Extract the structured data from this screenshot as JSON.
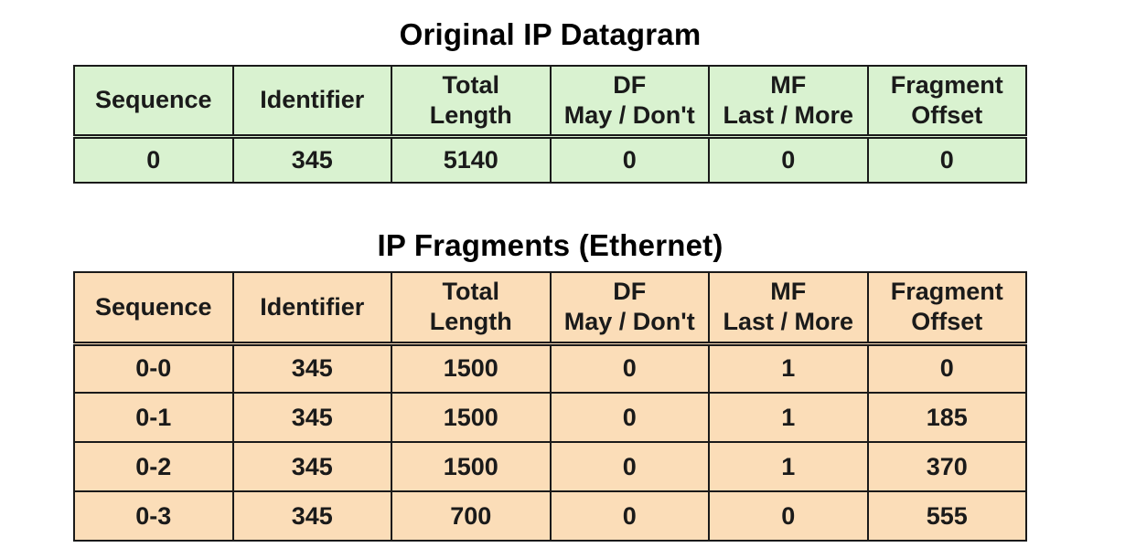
{
  "original": {
    "title": "Original IP Datagram",
    "headers": [
      [
        "Sequence"
      ],
      [
        "Identifier"
      ],
      [
        "Total",
        "Length"
      ],
      [
        "DF",
        "May / Don't"
      ],
      [
        "MF",
        "Last / More"
      ],
      [
        "Fragment",
        "Offset"
      ]
    ],
    "rows": [
      [
        "0",
        "345",
        "5140",
        "0",
        "0",
        "0"
      ]
    ]
  },
  "fragments": {
    "title": "IP Fragments (Ethernet)",
    "headers": [
      [
        "Sequence"
      ],
      [
        "Identifier"
      ],
      [
        "Total",
        "Length"
      ],
      [
        "DF",
        "May / Don't"
      ],
      [
        "MF",
        "Last / More"
      ],
      [
        "Fragment",
        "Offset"
      ]
    ],
    "rows": [
      [
        "0-0",
        "345",
        "1500",
        "0",
        "1",
        "0"
      ],
      [
        "0-1",
        "345",
        "1500",
        "0",
        "1",
        "185"
      ],
      [
        "0-2",
        "345",
        "1500",
        "0",
        "1",
        "370"
      ],
      [
        "0-3",
        "345",
        "700",
        "0",
        "0",
        "555"
      ]
    ]
  },
  "colors": {
    "original_fill": "#d9f2d0",
    "fragments_fill": "#fbddb8",
    "border": "#1a1a1a"
  }
}
